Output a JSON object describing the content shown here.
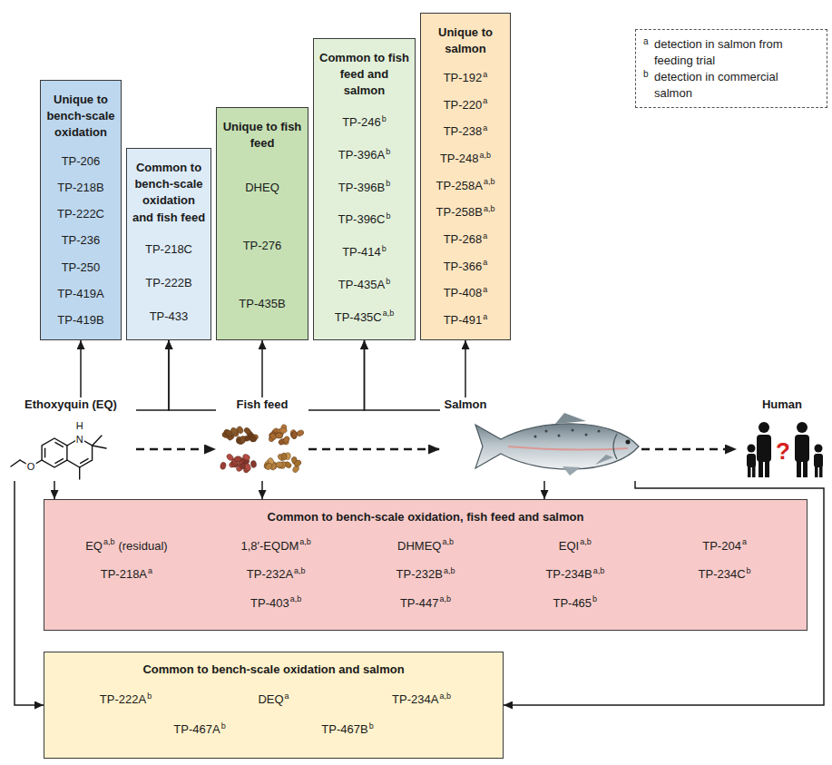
{
  "diagram": {
    "nodes": [
      {
        "text": [
          "Unique to bench-scale oxidation",
          "TP-206",
          "TP-218B",
          "TP-222C",
          "TP-236",
          "TP-250",
          "TP-419A",
          "TP-419B"
        ]
      },
      {
        "text": [
          "Common to bench-scale oxidation and fish feed",
          "TP-218C",
          "TP-222B",
          "TP-433"
        ]
      },
      {
        "text": [
          "Unique to fish feed",
          "DHEQ",
          "TP-276",
          "TP-435B"
        ]
      },
      {
        "text": [
          "Common to fish feed and salmon",
          "TP-246",
          "b",
          "TP-396A",
          "b",
          "TP-396B",
          "b",
          "TP-396C",
          "b",
          "TP-414",
          "b",
          "TP-435A",
          "b",
          "TP-435C",
          "a,b"
        ]
      },
      {
        "text": [
          "Unique to salmon",
          "TP-192",
          "a",
          "TP-220",
          "a",
          "TP-238",
          "a",
          "TP-248",
          "a,b",
          "TP-258A",
          "a,b",
          "TP-258B",
          "a,b",
          "TP-268",
          "a",
          "TP-366",
          "a",
          "TP-408",
          "a",
          "TP-491",
          "a"
        ]
      },
      {
        "text": [
          "a",
          "detection in salmon from feeding trial",
          "b",
          "detection in commercial salmon"
        ]
      },
      {
        "text": [
          "Ethoxyquin (EQ)"
        ]
      },
      {
        "text": [
          "Fish feed"
        ]
      },
      {
        "text": [
          "Salmon"
        ]
      },
      {
        "text": [
          "Human"
        ]
      },
      {
        "text": [
          "Common to bench-scale oxidation, fish feed and salmon",
          "EQ",
          "a,b",
          "(residual)",
          "1,8′-EQDM",
          "a,b",
          "DHMEQ",
          "a,b",
          "EQI",
          "a,b",
          "TP-204",
          "a",
          "TP-218A",
          "a",
          "TP-232A",
          "a,b",
          "TP-232B",
          "a,b",
          "TP-234B",
          "a,b",
          "TP-234C",
          "b",
          "TP-403",
          "a,b",
          "TP-447",
          "a,b",
          "TP-465",
          "b"
        ]
      },
      {
        "text": [
          "Common to bench-scale oxidation and salmon",
          "TP-222A",
          "b",
          "DEQ",
          "a",
          "TP-234A",
          "a,b",
          "TP-467A",
          "b",
          "TP-467B",
          "b"
        ]
      }
    ],
    "edges": [
      {
        "from": 6,
        "to": 0,
        "arrow": "to"
      },
      {
        "from": 6,
        "to": 1,
        "arrow": "to"
      },
      {
        "from": 7,
        "to": 1,
        "arrow": "to"
      },
      {
        "from": 7,
        "to": 2,
        "arrow": "to"
      },
      {
        "from": 7,
        "to": 3,
        "arrow": "to"
      },
      {
        "from": 8,
        "to": 3,
        "arrow": "to"
      },
      {
        "from": 8,
        "to": 4,
        "arrow": "to"
      },
      {
        "from": 6,
        "to": 7,
        "arrow": "to"
      },
      {
        "from": 7,
        "to": 8,
        "arrow": "to"
      },
      {
        "from": 8,
        "to": 9,
        "arrow": "to"
      },
      {
        "from": 6,
        "to": 10,
        "arrow": "to"
      },
      {
        "from": 7,
        "to": 10,
        "arrow": "to"
      },
      {
        "from": 8,
        "to": 10,
        "arrow": "to"
      },
      {
        "from": 6,
        "to": 11,
        "arrow": "to"
      },
      {
        "from": 8,
        "to": 11,
        "arrow": "to"
      }
    ],
    "labels": [
      "H",
      "N",
      "O",
      "?"
    ]
  }
}
